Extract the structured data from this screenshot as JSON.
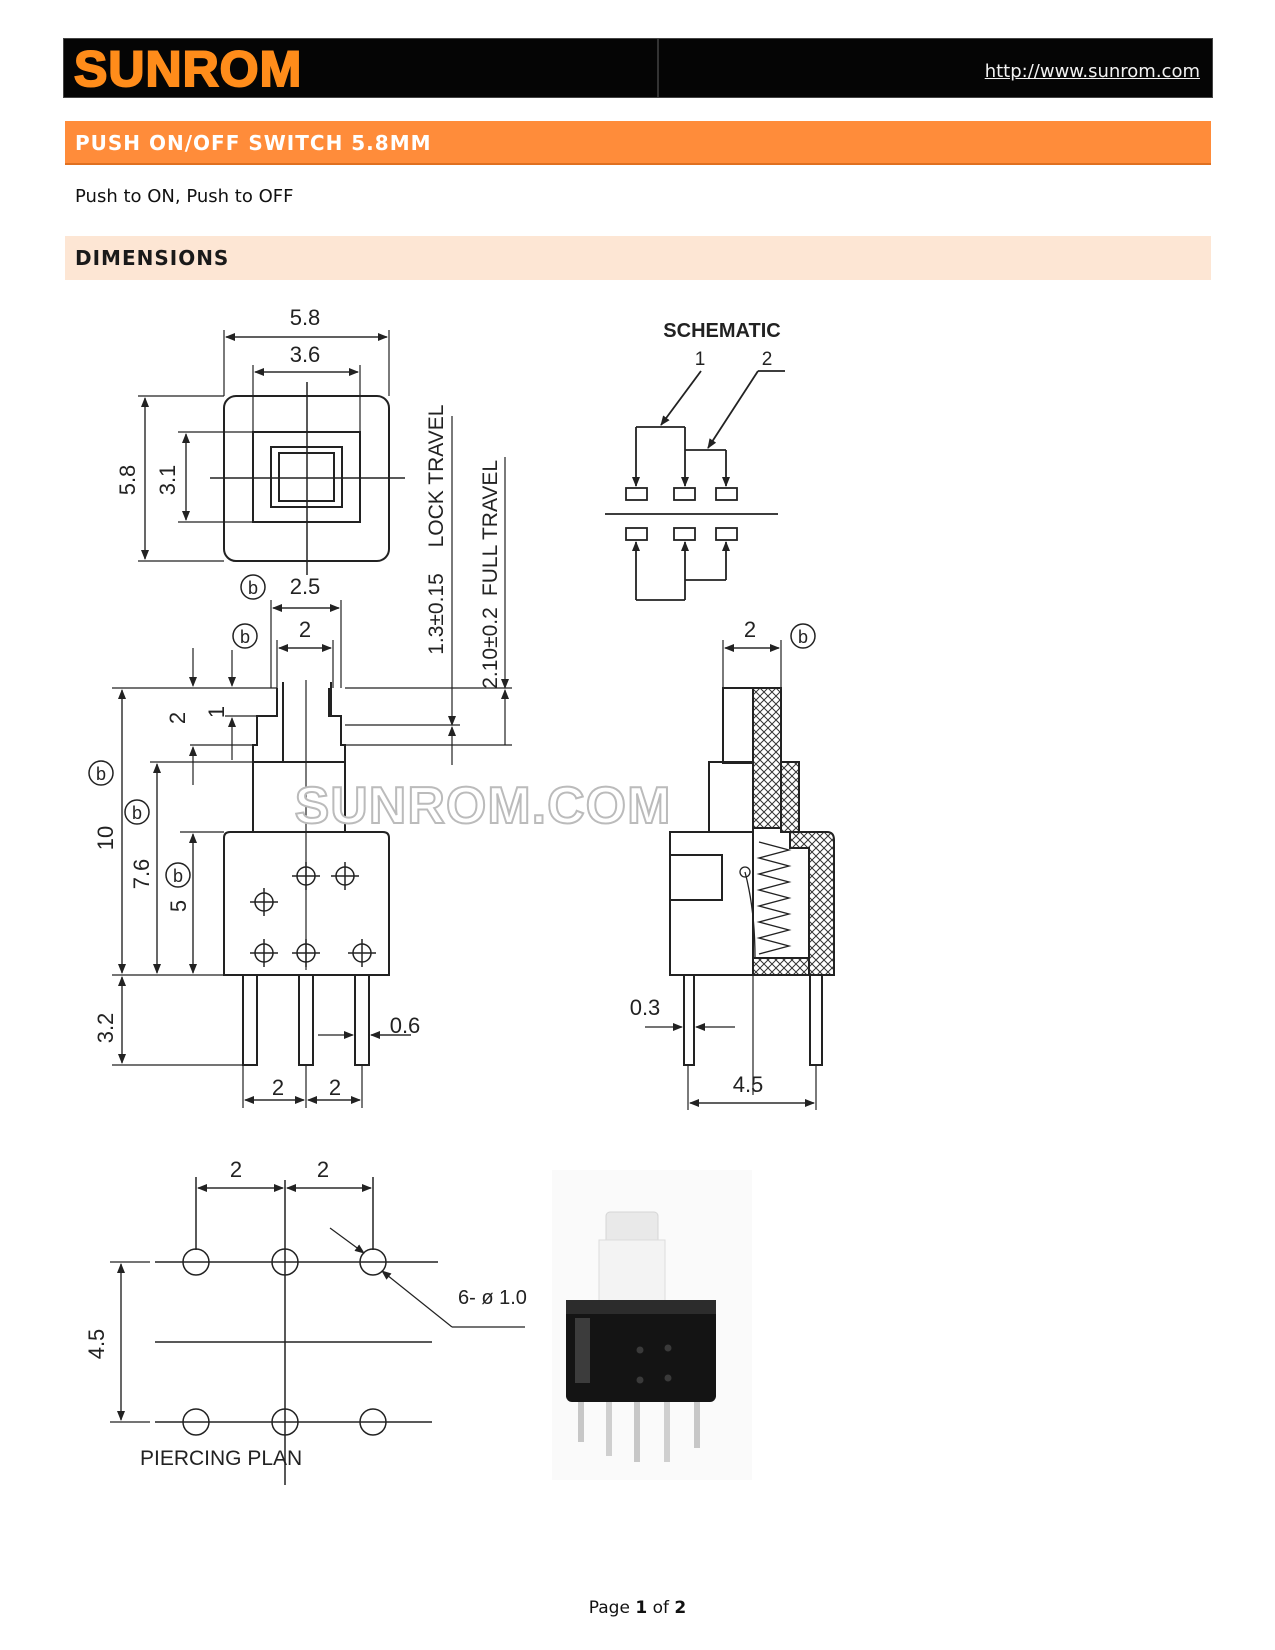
{
  "header": {
    "logo_text": "SUNROM",
    "url": "http://www.sunrom.com"
  },
  "product": {
    "title": "PUSH ON/OFF SWITCH 5.8MM",
    "tagline": "Push to ON, Push to OFF"
  },
  "sections": {
    "dimensions": "DIMENSIONS"
  },
  "drawing": {
    "watermark": "SUNROM.COM",
    "top_view": {
      "width_outer": "5.8",
      "width_inner": "3.6",
      "height_outer": "5.8",
      "height_inner": "3.1"
    },
    "travel": {
      "lock_label": "LOCK TRAVEL",
      "full_label": "FULL TRAVEL",
      "lock_value": "1.3±0.15",
      "full_value": "2.10±0.2"
    },
    "front_view": {
      "cap_outer": "2.5",
      "cap_inner": "2",
      "h2": "2",
      "h1": "1",
      "h10": "10",
      "h7_6": "7.6",
      "h5": "5",
      "pin_len": "3.2",
      "pin_w": "0.6",
      "pitch1": "2",
      "pitch2": "2",
      "b": "b"
    },
    "schematic": {
      "title": "SCHEMATIC",
      "pin1": "1",
      "pin2": "2"
    },
    "side_view": {
      "cap": "2",
      "pin_t": "0.3",
      "span": "4.5"
    },
    "piercing": {
      "title": "PIERCING PLAN",
      "pitch1": "2",
      "pitch2": "2",
      "row_gap": "4.5",
      "holes": "6- ø 1.0"
    }
  },
  "footer": {
    "prefix": "Page",
    "page": "1",
    "of": "of",
    "total": "2"
  }
}
